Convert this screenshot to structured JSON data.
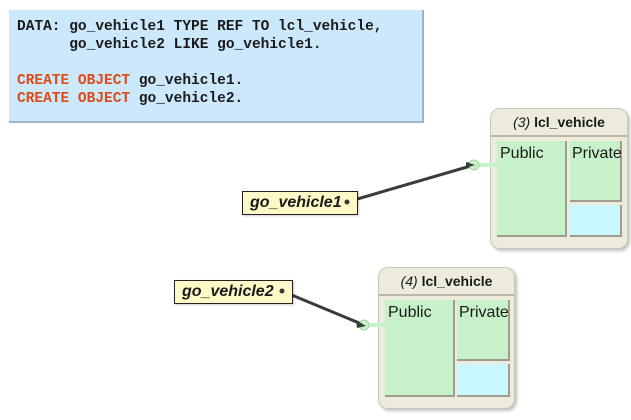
{
  "code": {
    "line1": {
      "keyword": "DATA:",
      "text": " go_vehicle1 TYPE REF TO lcl_vehicle,"
    },
    "line2": {
      "text": "      go_vehicle2 LIKE go_vehicle1."
    },
    "line3": {
      "keyword": "CREATE OBJECT",
      "text": " go_vehicle1."
    },
    "line4": {
      "keyword": "CREATE OBJECT",
      "text": " go_vehicle2."
    }
  },
  "colors": {
    "code_bg": "#cce8fb",
    "keyword": "#e04a16",
    "public_section": "#c7f2c9",
    "private_lower": "#c9f7ff",
    "reference_box": "#fdfac7",
    "object_frame": "#ecebdc"
  },
  "objects": [
    {
      "index": "(3)",
      "class_name": "lcl_vehicle",
      "public_label": "Public",
      "private_label": "Private"
    },
    {
      "index": "(4)",
      "class_name": "lcl_vehicle",
      "public_label": "Public",
      "private_label": "Private"
    }
  ],
  "references": [
    {
      "name": "go_vehicle1",
      "points_to": "(3)"
    },
    {
      "name": "go_vehicle2",
      "points_to": "(4)"
    }
  ]
}
